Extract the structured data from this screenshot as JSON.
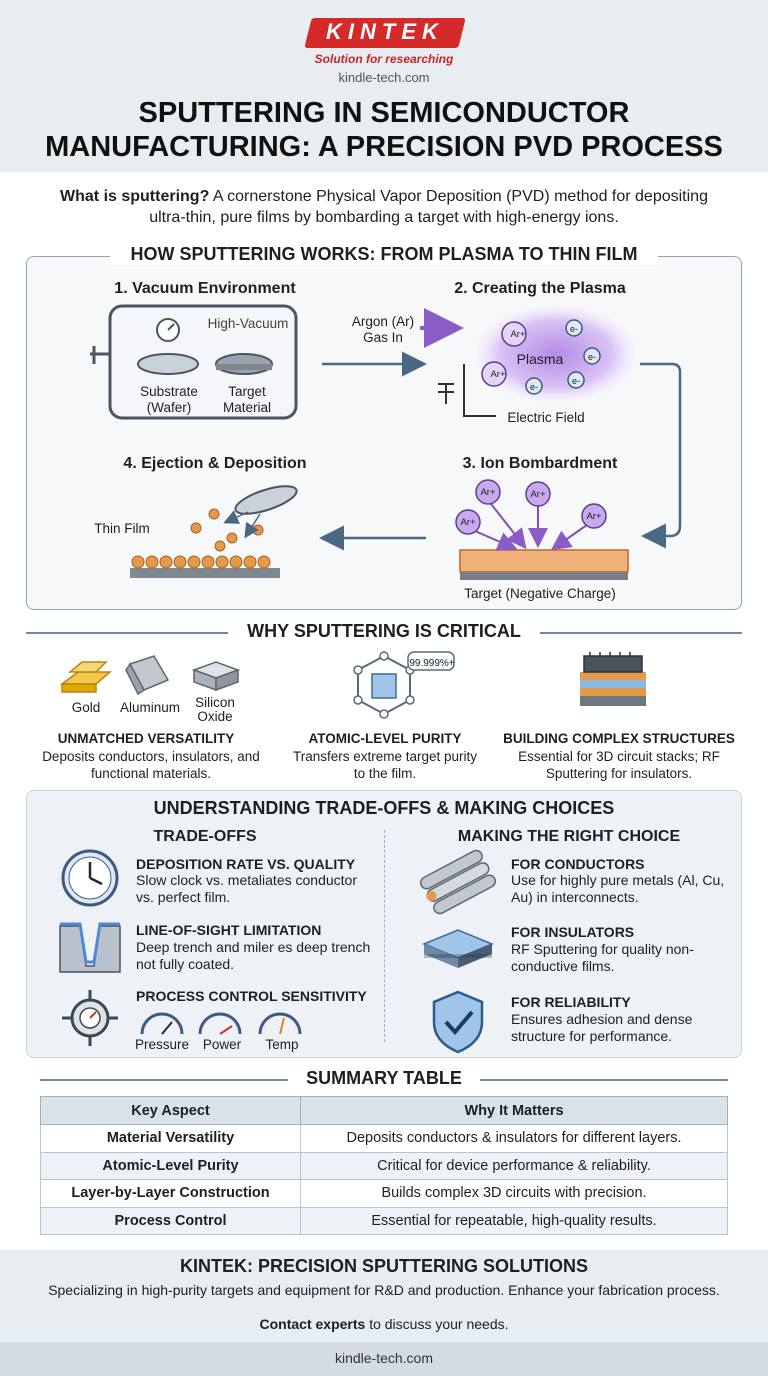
{
  "brand": {
    "name": "KINTEK",
    "tagline": "Solution for researching",
    "site": "kindle-tech.com"
  },
  "title_line1": "SPUTTERING IN SEMICONDUCTOR",
  "title_line2": "MANUFACTURING: A PRECISION PVD PROCESS",
  "intro": {
    "question": "What is sputtering?",
    "text": " A cornerstone Physical Vapor Deposition (PVD) method for depositing ultra-thin, pure films by bombarding a target with high-energy ions."
  },
  "how": {
    "title": "HOW SPUTTERING WORKS: FROM PLASMA TO THIN FILM",
    "step1": {
      "title": "1. Vacuum Environment",
      "vacuum": "High-Vacuum",
      "substrate": "Substrate (Wafer)",
      "target": "Target Material"
    },
    "step2": {
      "title": "2. Creating the Plasma",
      "gas": "Argon (Ar) Gas In",
      "plasma": "Plasma",
      "field": "Electric Field",
      "ion": "Ar+",
      "electron": "e-"
    },
    "step3": {
      "title": "3. Ion Bombardment",
      "target": "Target (Negative Charge)",
      "ion": "Ar+"
    },
    "step4": {
      "title": "4. Ejection & Deposition",
      "film": "Thin Film"
    }
  },
  "why": {
    "title": "WHY SPUTTERING IS CRITICAL",
    "materials": [
      "Gold",
      "Aluminum",
      "Silicon Oxide"
    ],
    "purity_badge": "99.999%+",
    "features": [
      {
        "title": "UNMATCHED VERSATILITY",
        "desc": "Deposits conductors, insulators, and functional materials."
      },
      {
        "title": "ATOMIC-LEVEL PURITY",
        "desc": "Transfers extreme target purity to the film."
      },
      {
        "title": "BUILDING COMPLEX STRUCTURES",
        "desc": "Essential for 3D circuit stacks; RF Sputtering for insulators."
      }
    ]
  },
  "tradeoffs": {
    "title": "UNDERSTANDING TRADE-OFFS & MAKING CHOICES",
    "left_title": "TRADE-OFFS",
    "right_title": "MAKING THE RIGHT CHOICE",
    "left": [
      {
        "title": "DEPOSITION RATE VS. QUALITY",
        "desc": "Slow clock vs. metaliates conductor vs. perfect film."
      },
      {
        "title": "LINE-OF-SIGHT LIMITATION",
        "desc": "Deep trench and miler es deep trench not fully coated."
      },
      {
        "title": "PROCESS CONTROL SENSITIVITY",
        "desc": ""
      }
    ],
    "gauges": [
      "Pressure",
      "Power",
      "Temp"
    ],
    "right": [
      {
        "title": "FOR CONDUCTORS",
        "desc": "Use for highly pure metals (Al, Cu, Au) in interconnects."
      },
      {
        "title": "FOR INSULATORS",
        "desc": "RF Sputtering for quality non-conductive films."
      },
      {
        "title": "FOR RELIABILITY",
        "desc": "Ensures adhesion and dense structure for performance."
      }
    ]
  },
  "summary": {
    "title": "SUMMARY TABLE",
    "headers": [
      "Key Aspect",
      "Why It Matters"
    ],
    "rows": [
      [
        "Material Versatility",
        "Deposits conductors & insulators for different layers."
      ],
      [
        "Atomic-Level Purity",
        "Critical for device performance & reliability."
      ],
      [
        "Layer-by-Layer Construction",
        "Builds complex 3D circuits with precision."
      ],
      [
        "Process Control",
        "Essential for repeatable, high-quality results."
      ]
    ]
  },
  "footer": {
    "title": "KINTEK: PRECISION SPUTTERING SOLUTIONS",
    "text": "Specializing in high-purity targets and equipment for R&D and production. Enhance your fabrication process.",
    "cta_bold": "Contact experts",
    "cta_rest": " to discuss your needs.",
    "site": "kindle-tech.com"
  }
}
